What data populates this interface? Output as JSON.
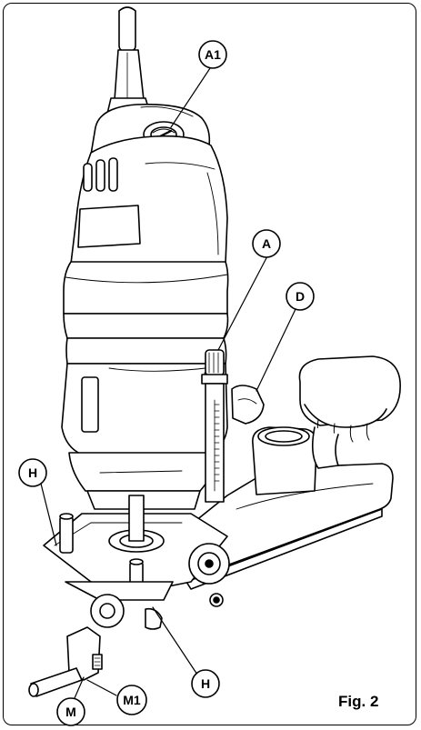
{
  "figure": {
    "label": "Fig. 2"
  },
  "callouts": [
    {
      "id": "a1",
      "text": "A1"
    },
    {
      "id": "a",
      "text": "A"
    },
    {
      "id": "d",
      "text": "D"
    },
    {
      "id": "h-left",
      "text": "H"
    },
    {
      "id": "h-bottom",
      "text": "H"
    },
    {
      "id": "m1",
      "text": "M1"
    },
    {
      "id": "m",
      "text": "M"
    }
  ]
}
